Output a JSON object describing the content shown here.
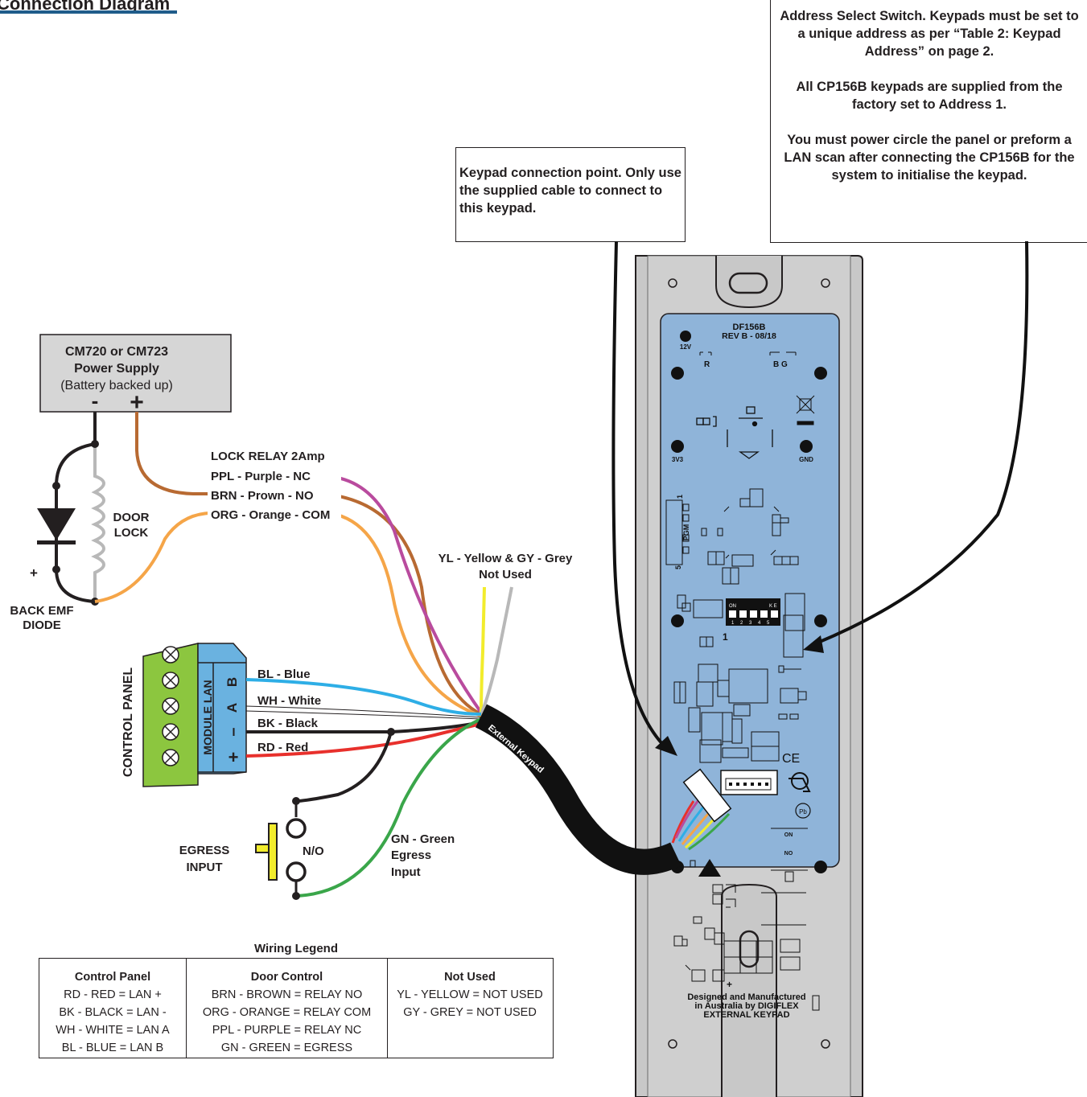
{
  "title": "Connection Diagram",
  "callouts": {
    "address_switch": [
      "Address Select Switch.  Keypads must be set to a unique address as per “Table 2: Keypad Address” on page 2.",
      "All CP156B keypads are supplied from the factory set to Address 1.",
      "You must power circle the panel or preform a LAN scan after connecting the CP156B for the system to initialise the keypad."
    ],
    "connection_point": "Keypad connection point. Only use the supplied cable to connect to this keypad."
  },
  "power_supply": {
    "line1": "CM720 or CM723",
    "line2": "Power Supply",
    "line3": "(Battery backed up)",
    "minus": "-",
    "plus": "+"
  },
  "door_lock": {
    "line1": "DOOR",
    "line2": "LOCK"
  },
  "diode": {
    "plus": "+",
    "line1": "BACK EMF",
    "line2": "DIODE"
  },
  "lock_relay": {
    "title": "LOCK RELAY 2Amp",
    "ppl": "PPL - Purple - NC",
    "brn": "BRN - Prown - NO",
    "org": "ORG - Orange - COM"
  },
  "unused_wires": {
    "line1": "YL  - Yellow & GY - Grey",
    "line2": "Not Used"
  },
  "control_panel": {
    "label": "CONTROL PANEL",
    "module_lan": "MODULE LAN",
    "terminals": [
      "B",
      "A",
      "–",
      "+"
    ]
  },
  "lan_wires": {
    "bl": "BL - Blue",
    "wh": "WH - White",
    "bk": "BK - Black",
    "rd": "RD - Red"
  },
  "cable_label": "External Keypad",
  "egress": {
    "line1": "EGRESS",
    "line2": "INPUT",
    "switch": "N/O"
  },
  "green_wire": {
    "line1": "GN - Green",
    "line2": "Egress",
    "line3": "Input"
  },
  "pcb": {
    "model": "DF156B",
    "rev": "REV B - 08/18",
    "v12": "12V",
    "v33": "3V3",
    "gnd": "GND",
    "led_r": "R",
    "led_bg": "B G",
    "pgm": "PGM",
    "pgm_1": "1",
    "pgm_5": "5",
    "dip_on": "ON",
    "dip_ke": "K E",
    "dip_nums": "1 2 3 4 5",
    "switch_1": "1",
    "ce": "CE",
    "on1": "ON",
    "on2": "ON",
    "footer1": "Designed and Manufactured",
    "footer2": "in Australia by DIGIFLEX",
    "footer3": "EXTERNAL KEYPAD"
  },
  "legend": {
    "title": "Wiring Legend",
    "columns": [
      {
        "header": "Control Panel",
        "rows": [
          "RD - RED = LAN +",
          "BK - BLACK = LAN -",
          "WH - WHITE = LAN A",
          "BL - BLUE = LAN B"
        ]
      },
      {
        "header": "Door Control",
        "rows": [
          "BRN - BROWN = RELAY NO",
          "ORG - ORANGE = RELAY COM",
          "PPL - PURPLE = RELAY NC",
          "GN - GREEN = EGRESS"
        ]
      },
      {
        "header": "Not Used",
        "rows": [
          "YL - YELLOW = NOT USED",
          "GY - GREY = NOT USED"
        ]
      }
    ]
  },
  "colors": {
    "pcb_blue": "#8fb4d9",
    "case_grey": "#c8c8c8",
    "terminal_green": "#8cc63f",
    "terminal_blue": "#6ab2e0",
    "purple": "#b94b9e",
    "brown": "#b86a32",
    "orange": "#f5a548",
    "yellow": "#f2ec2c",
    "grey": "#b8b8b8",
    "blue": "#2eaee6",
    "red": "#e8302c",
    "green": "#3aa64a",
    "title_bar": "#1f5c8a"
  }
}
